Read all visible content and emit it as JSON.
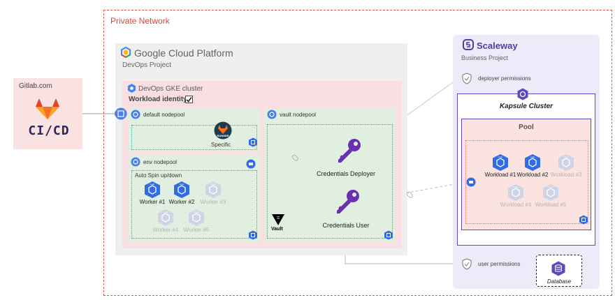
{
  "private_network": "Private Network",
  "gitlab": {
    "title": "Gitlab.com",
    "logo_text": "CI/CD"
  },
  "gcp": {
    "brand_google": "Google",
    "brand_rest": " Cloud Platform",
    "project": "DevOps Project"
  },
  "gke": {
    "title": "DevOps GKE cluster",
    "workload_identity": "Workload identity",
    "default_nodepool": {
      "label": "default nodepool",
      "runner_label": "Specific",
      "runner_badge": "RUNNER"
    },
    "env_nodepool": {
      "label": "env nodepool",
      "auto_spin": "Auto Spin up/down",
      "workers": [
        {
          "name": "Worker #1",
          "active": true
        },
        {
          "name": "Worker #2",
          "active": true
        },
        {
          "name": "Worker #3",
          "active": false
        },
        {
          "name": "Worker #4",
          "active": false
        },
        {
          "name": "Worker #5",
          "active": false
        }
      ]
    },
    "vault_nodepool": {
      "label": "vault nodepool",
      "vault_logo": "Vault",
      "credentials_deployer": "Credentials Deployer",
      "credentials_user": "Credentials User"
    }
  },
  "scaleway": {
    "title": "Scaleway",
    "project": "Business Project",
    "deployer_permissions": "deployer permissions",
    "user_permissions": "user permissions",
    "kapsule": "Kapsule Cluster",
    "pool": "Pool",
    "workloads": [
      {
        "name": "Workload #1",
        "active": true
      },
      {
        "name": "Workload #2",
        "active": true
      },
      {
        "name": "Workload #3",
        "active": false
      },
      {
        "name": "Workload #4",
        "active": false
      },
      {
        "name": "Workload #5",
        "active": false
      }
    ],
    "database": "Database"
  },
  "icon_badge_text": "node",
  "colors": {
    "private_border": "#e0574a",
    "k8s_blue": "#326ce5",
    "key_purple": "#6a2fb0",
    "scaleway_purple": "#4e3ea7",
    "pool_green": "#e1efe1",
    "gke_pink": "#f9dfe1"
  }
}
